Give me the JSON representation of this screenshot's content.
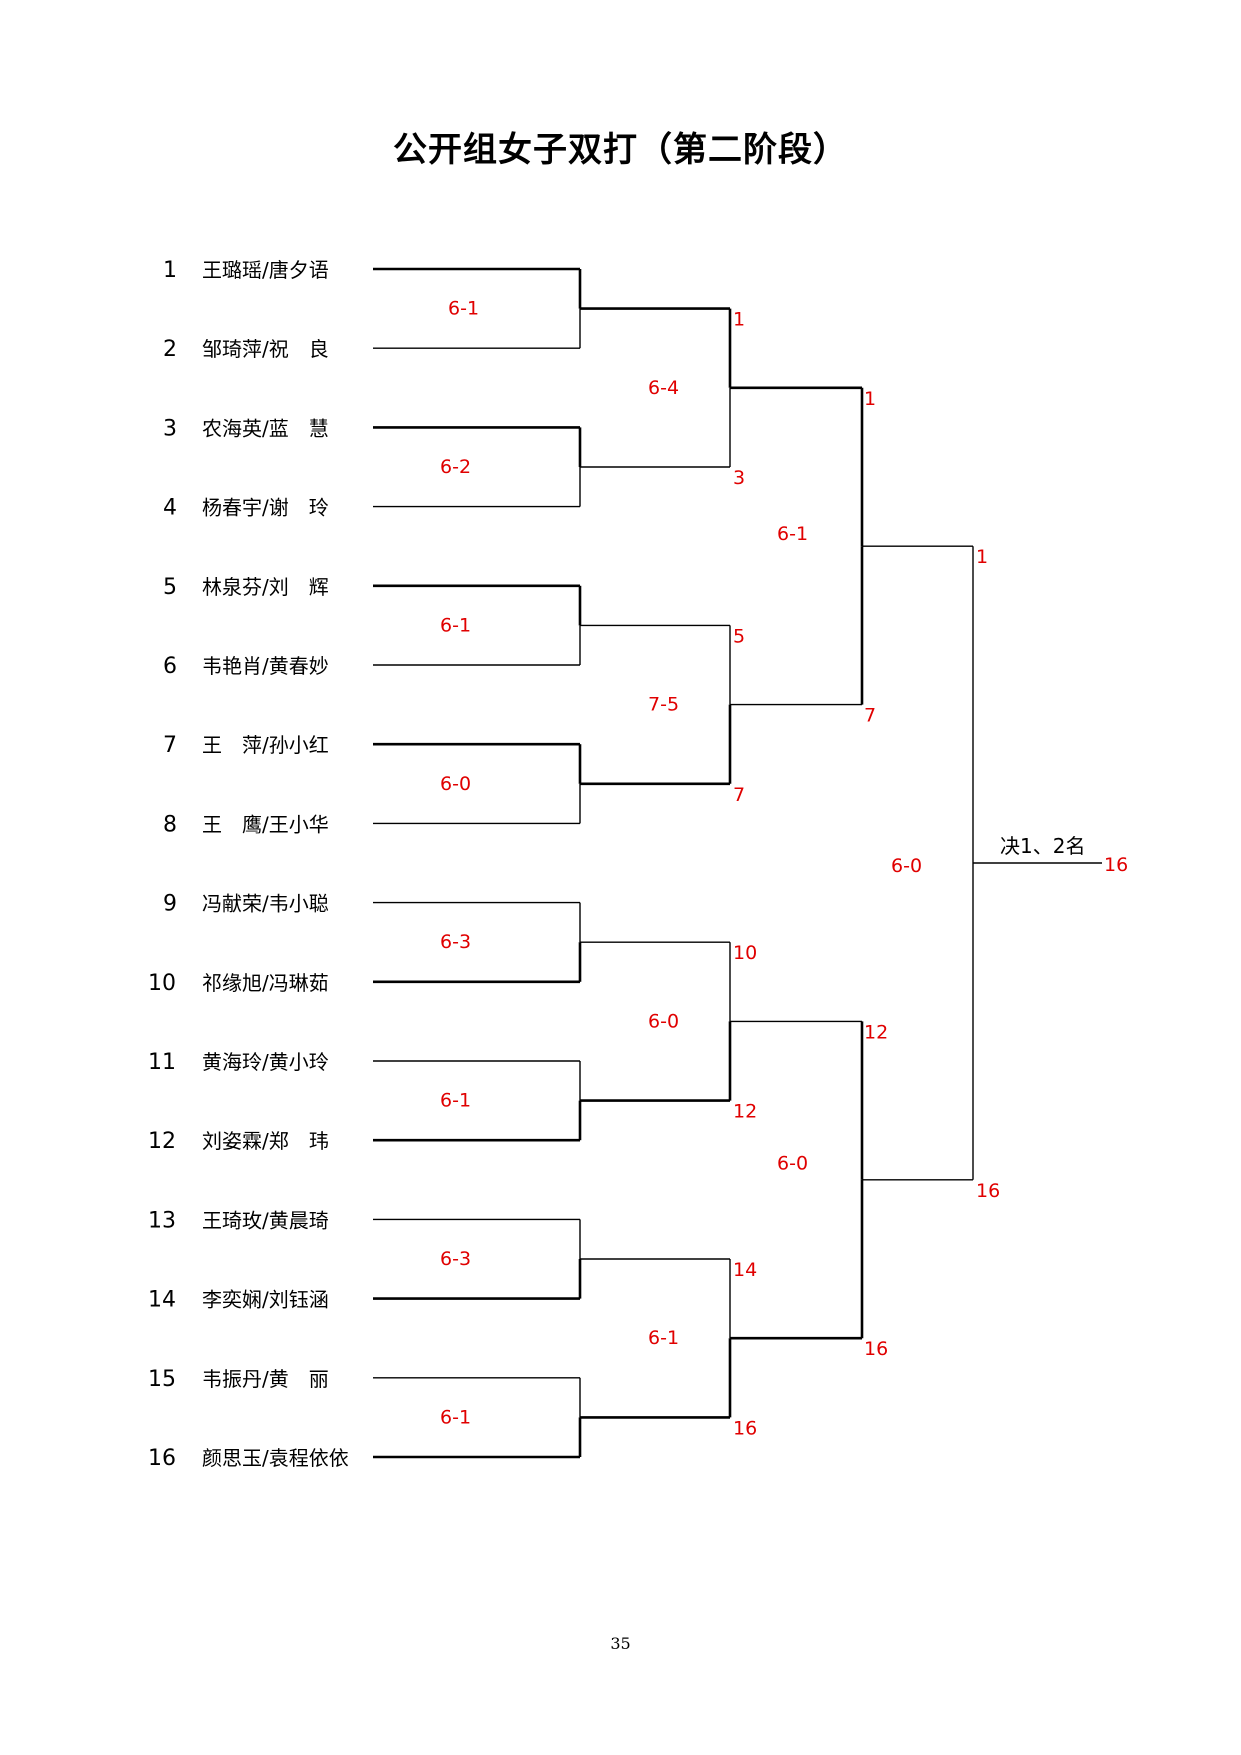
{
  "title": "公开组女子双打（第二阶段）",
  "page_number": "35",
  "colors": {
    "line": "#000000",
    "score": "#e00000",
    "text": "#000000"
  },
  "entries": [
    {
      "seed": "1",
      "names": "王璐瑶/唐夕语"
    },
    {
      "seed": "2",
      "names": "邹琦萍/祝　良"
    },
    {
      "seed": "3",
      "names": "农海英/蓝　慧"
    },
    {
      "seed": "4",
      "names": "杨春宇/谢　玲"
    },
    {
      "seed": "5",
      "names": "林泉芬/刘　辉"
    },
    {
      "seed": "6",
      "names": "韦艳肖/黄春妙"
    },
    {
      "seed": "7",
      "names": "王　萍/孙小红"
    },
    {
      "seed": "8",
      "names": "王　鹰/王小华"
    },
    {
      "seed": "9",
      "names": "冯献荣/韦小聪"
    },
    {
      "seed": "10",
      "names": "祁缘旭/冯琳茹"
    },
    {
      "seed": "11",
      "names": "黄海玲/黄小玲"
    },
    {
      "seed": "12",
      "names": "刘姿霖/郑　玮"
    },
    {
      "seed": "13",
      "names": "王琦玫/黄晨琦"
    },
    {
      "seed": "14",
      "names": "李奕娴/刘钰涵"
    },
    {
      "seed": "15",
      "names": "韦振丹/黄　丽"
    },
    {
      "seed": "16",
      "names": "颜思玉/袁程依依"
    }
  ],
  "round1": [
    {
      "score": "6-1",
      "winner": "1"
    },
    {
      "score": "6-2",
      "winner": "3"
    },
    {
      "score": "6-1",
      "winner": "5"
    },
    {
      "score": "6-0",
      "winner": "7"
    },
    {
      "score": "6-3",
      "winner": "10"
    },
    {
      "score": "6-1",
      "winner": "12"
    },
    {
      "score": "6-3",
      "winner": "14"
    },
    {
      "score": "6-1",
      "winner": "16"
    }
  ],
  "round2": [
    {
      "score": "6-4",
      "winner": "1"
    },
    {
      "score": "7-5",
      "winner": "7"
    },
    {
      "score": "6-0",
      "winner": "12"
    },
    {
      "score": "6-1",
      "winner": "16"
    }
  ],
  "round3": [
    {
      "score": "6-1",
      "winner": "1"
    },
    {
      "score": "6-0",
      "winner": "16"
    }
  ],
  "final": {
    "score": "6-0",
    "label": "决1、2名",
    "winner": "16"
  }
}
